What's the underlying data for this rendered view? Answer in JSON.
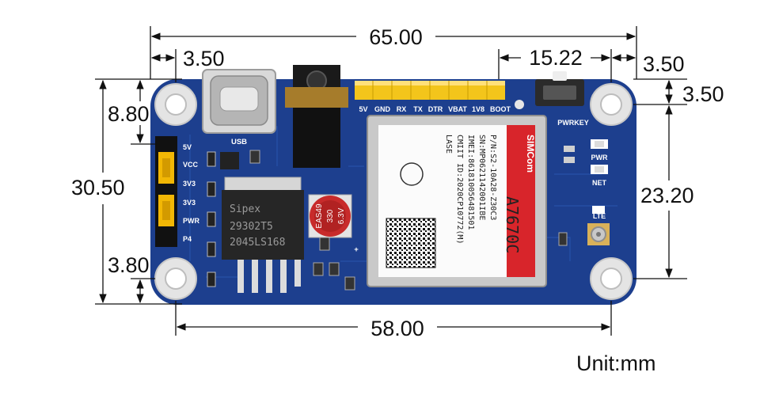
{
  "dimensions": {
    "total_width": "65.00",
    "left_hole_offset": "3.50",
    "pwrkey_offset": "15.22",
    "right_hole_offset_x": "3.50",
    "right_hole_offset_y": "3.50",
    "top_to_usb": "8.80",
    "total_height": "30.50",
    "right_span": "23.20",
    "bottom_hole_offset": "3.80",
    "hole_spacing": "58.00"
  },
  "unit_label": "Unit:mm",
  "header_pins": [
    "5V",
    "GND",
    "RX",
    "TX",
    "DTR",
    "VBAT",
    "1V8",
    "BOOT"
  ],
  "left_labels": [
    "5V",
    "VCC",
    "3V3",
    "3V3",
    "PWR",
    "P4"
  ],
  "board_labels": {
    "usb": "USB",
    "pwrkey": "PWRKEY",
    "pwr": "PWR",
    "net": "NET",
    "lte": "LTE"
  },
  "regulator": {
    "line1": "Sipex",
    "line2": "29302T5",
    "line3": "2045LS168"
  },
  "capacitor": {
    "line1": "EAS49",
    "line2": "330",
    "line3": "6.3V",
    "polarity": "+"
  },
  "module": {
    "brand": "SIMCom",
    "model": "A7670C",
    "lines": [
      "P/N:S2-10A28-Z30C3",
      "SN:MP0621142001IBE",
      "IMEI:861810056481501",
      "CMIIT ID:2020CP10772(M)",
      "LASE"
    ]
  },
  "colors": {
    "pcb": "#1d3f8e",
    "header": "#f3c51b",
    "jumper": "#f2b705",
    "module_red": "#d8252b"
  }
}
